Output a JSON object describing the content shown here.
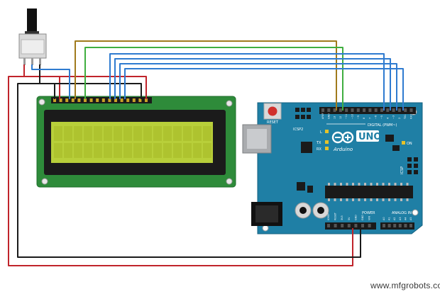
{
  "colors": {
    "wire_red": "#c0242b",
    "wire_black": "#1a1a1a",
    "wire_blue": "#2f7bd0",
    "wire_green": "#3fae3f",
    "wire_brown": "#a07a1c",
    "lcd_pcb": "#2e8b3a",
    "lcd_screen": "#b8cf3a",
    "arduino_pcb": "#1f7fa5"
  },
  "arduino": {
    "reset_label": "RESET",
    "icsp2_label": "ICSP2",
    "brand": "Arduino",
    "model": "UNO",
    "digital_label": "DIGITAL (PWM~)",
    "analog_label": "ANALOG IN",
    "power_label": "POWER",
    "icsp_label": "ICSP",
    "l_label": "L",
    "tx_label": "TX",
    "rx_label": "RX",
    "on_label": "ON",
    "digital_pins": [
      "AREF",
      "GND",
      "13",
      "12",
      "~11",
      "~10",
      "~9",
      "8",
      "7",
      "~6",
      "~5",
      "4",
      "~3",
      "2",
      "TX1",
      "RX0"
    ],
    "power_pins": [
      "IOREF",
      "RESET",
      "3V3",
      "5V",
      "GND",
      "GND",
      "VIN"
    ],
    "analog_pins": [
      "A0",
      "A1",
      "A2",
      "A3",
      "A4",
      "A5"
    ]
  },
  "watermark": "www.mfgrobots.com"
}
